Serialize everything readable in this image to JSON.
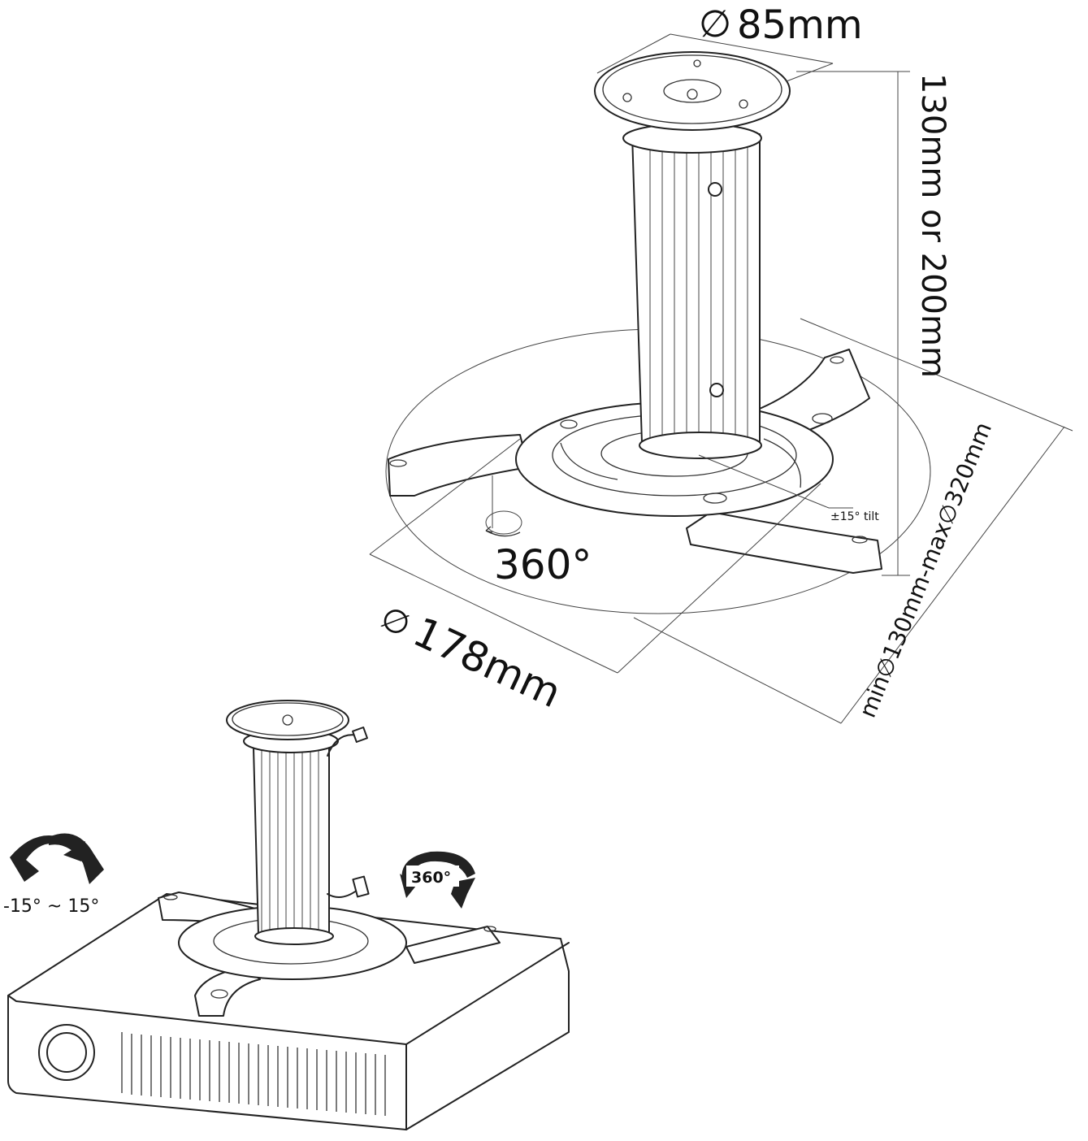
{
  "diagram": {
    "dimensions": {
      "plate_diameter": "85mm",
      "height": "130mm or 200mm",
      "mount_diameter": "178mm",
      "arm_span": "min∅130mm-max∅320mm",
      "tilt": "±15° tilt",
      "rotation": "360°"
    },
    "symbols": {
      "diameter": "∅"
    },
    "features": {
      "tilt_range": "-15° ~ 15°",
      "rotation_badge": "360°"
    }
  }
}
